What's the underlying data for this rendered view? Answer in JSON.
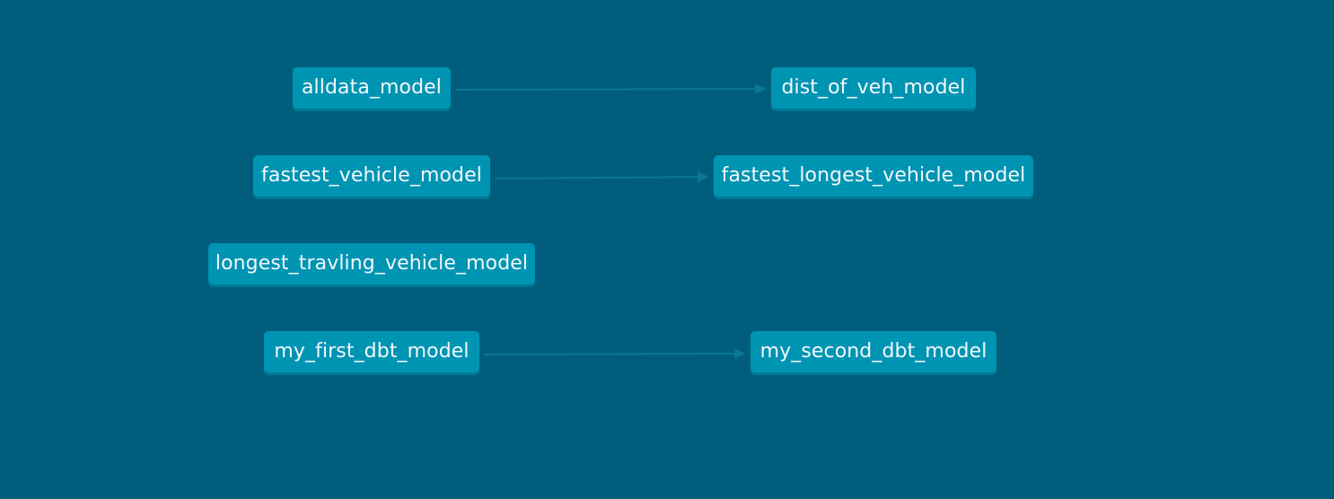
{
  "graph": {
    "nodes": {
      "alldata_model": "alldata_model",
      "dist_of_veh_model": "dist_of_veh_model",
      "fastest_vehicle_model": "fastest_vehicle_model",
      "fastest_longest_vehicle_model": "fastest_longest_vehicle_model",
      "longest_travling_vehicle_model": "longest_travling_vehicle_model",
      "my_first_dbt_model": "my_first_dbt_model",
      "my_second_dbt_model": "my_second_dbt_model"
    },
    "edges": [
      {
        "from": "alldata_model",
        "to": "dist_of_veh_model"
      },
      {
        "from": "fastest_vehicle_model",
        "to": "fastest_longest_vehicle_model"
      },
      {
        "from": "my_first_dbt_model",
        "to": "my_second_dbt_model"
      }
    ]
  },
  "colors": {
    "background": "#005e7c",
    "node_fill": "#0094b3",
    "node_shadow": "#007a96",
    "node_text": "#f2f8fa",
    "edge": "#0a7894"
  }
}
